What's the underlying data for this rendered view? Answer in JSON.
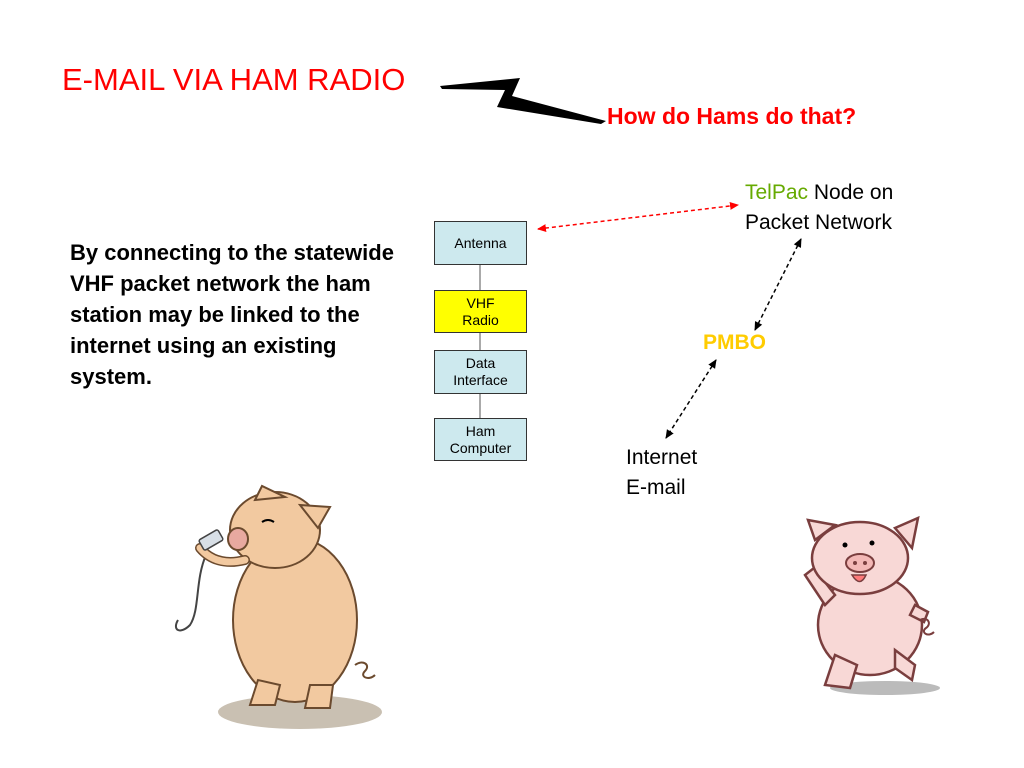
{
  "slide": {
    "title": "E-MAIL VIA HAM RADIO",
    "subtitle": "How do Hams do that?",
    "body": "By connecting to the statewide VHF packet network the ham station may be linked to the internet using an existing system."
  },
  "station": {
    "boxes": [
      {
        "line1": "Antenna",
        "line2": ""
      },
      {
        "line1": "VHF",
        "line2": "Radio"
      },
      {
        "line1": "Data",
        "line2": "Interface"
      },
      {
        "line1": "Ham",
        "line2": "Computer"
      }
    ]
  },
  "network": {
    "telpac_name": "TelPac",
    "telpac_rest": "Node on",
    "telpac_line2": "Packet Network",
    "pmbo": "PMBO",
    "internet_line1": "Internet",
    "internet_line2": "E-mail"
  },
  "colors": {
    "title": "#ff0000",
    "subtitle": "#ff0000",
    "telpac": "#66aa00",
    "pmbo": "#ffcc00",
    "radio_box": "#ffff00",
    "station_box": "#cde9ee",
    "antenna_link_arrow": "#ff0000",
    "network_link_arrow": "#000000"
  },
  "illustrations": [
    "pig-with-plug-cartoon",
    "dancing-pig-cartoon"
  ]
}
